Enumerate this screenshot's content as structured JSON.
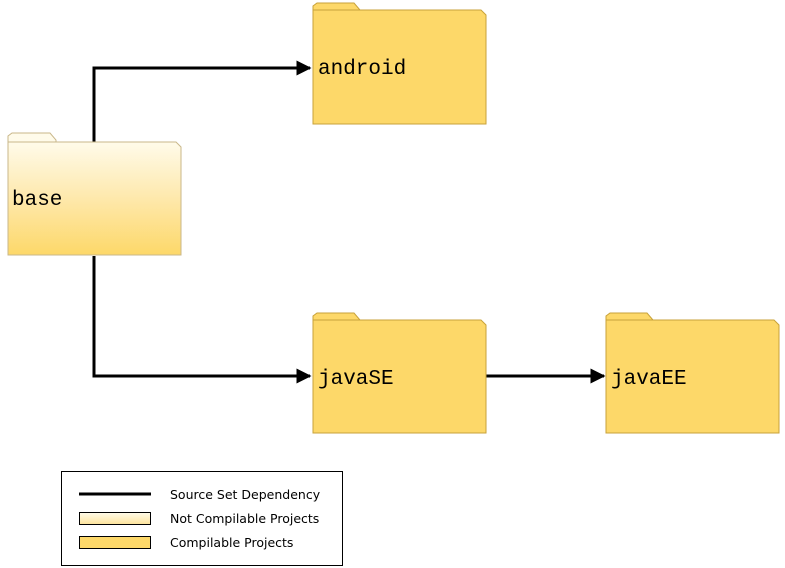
{
  "diagram": {
    "folders": {
      "base": {
        "label": "base",
        "compilable": false
      },
      "android": {
        "label": "android",
        "compilable": true
      },
      "javaSE": {
        "label": "javaSE",
        "compilable": true
      },
      "javaEE": {
        "label": "javaEE",
        "compilable": true
      }
    },
    "edges": [
      {
        "from": "base",
        "to": "android"
      },
      {
        "from": "base",
        "to": "javaSE"
      },
      {
        "from": "javaSE",
        "to": "javaEE"
      }
    ]
  },
  "legend": {
    "dependency_label": "Source Set Dependency",
    "not_compilable_label": "Not Compilable Projects",
    "compilable_label": "Compilable Projects"
  },
  "colors": {
    "compilable_fill": "#fdd869",
    "compilable_stroke": "#c8a23a",
    "not_compilable_top": "#fffbea",
    "not_compilable_bottom": "#fdd869",
    "edge": "#000000"
  }
}
